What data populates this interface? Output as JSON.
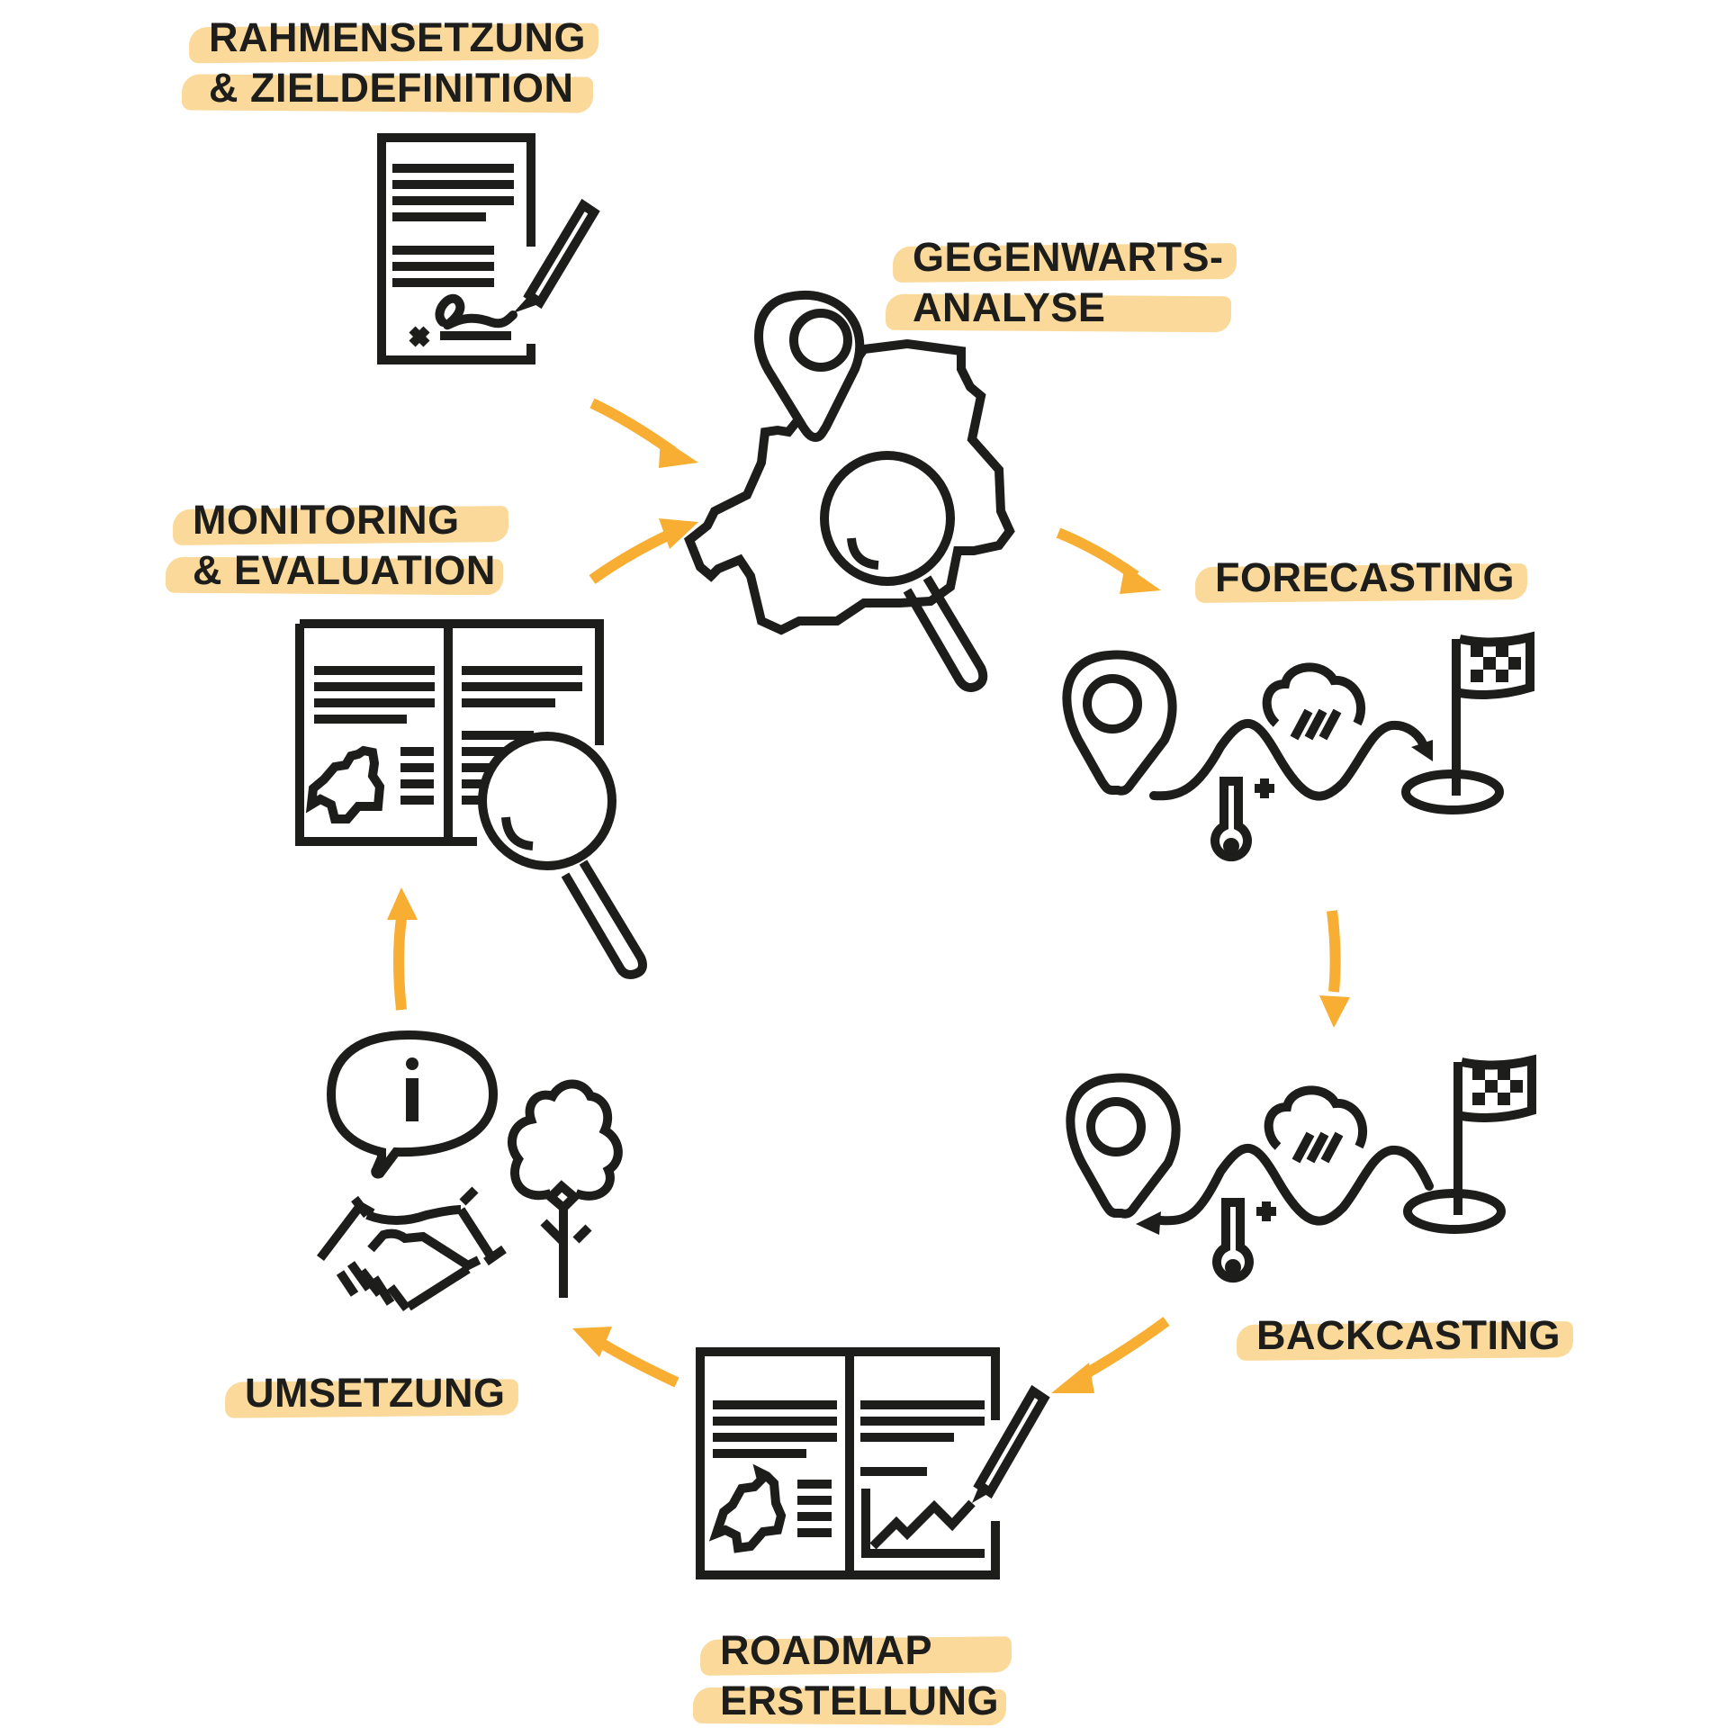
{
  "diagram": {
    "type": "process-cycle",
    "accent_color": "#f7ae32",
    "highlight_color": "#fbd99a",
    "ink_color": "#1d1d1b",
    "steps": [
      {
        "id": "rahmensetzung",
        "lines": [
          "RAHMENSETZUNG",
          "& ZIELDEFINITION"
        ],
        "icon": "signed-document-icon"
      },
      {
        "id": "gegenwartsanalyse",
        "lines": [
          "GEGENWARTS-",
          "ANALYSE"
        ],
        "icon": "map-search-icon"
      },
      {
        "id": "forecasting",
        "lines": [
          "FORECASTING"
        ],
        "icon": "forecast-path-icon"
      },
      {
        "id": "backcasting",
        "lines": [
          "BACKCASTING"
        ],
        "icon": "backcast-path-icon"
      },
      {
        "id": "roadmap",
        "lines": [
          "ROADMAP",
          "ERSTELLUNG"
        ],
        "icon": "roadmap-document-icon"
      },
      {
        "id": "umsetzung",
        "lines": [
          "UMSETZUNG"
        ],
        "icon": "handshake-tree-info-icon"
      },
      {
        "id": "monitoring",
        "lines": [
          "MONITORING",
          "& EVALUATION"
        ],
        "icon": "report-magnifier-icon"
      }
    ],
    "flow": [
      [
        "rahmensetzung",
        "gegenwartsanalyse"
      ],
      [
        "gegenwartsanalyse",
        "forecasting"
      ],
      [
        "forecasting",
        "backcasting"
      ],
      [
        "backcasting",
        "roadmap"
      ],
      [
        "roadmap",
        "umsetzung"
      ],
      [
        "umsetzung",
        "monitoring"
      ],
      [
        "monitoring",
        "gegenwartsanalyse"
      ]
    ]
  }
}
